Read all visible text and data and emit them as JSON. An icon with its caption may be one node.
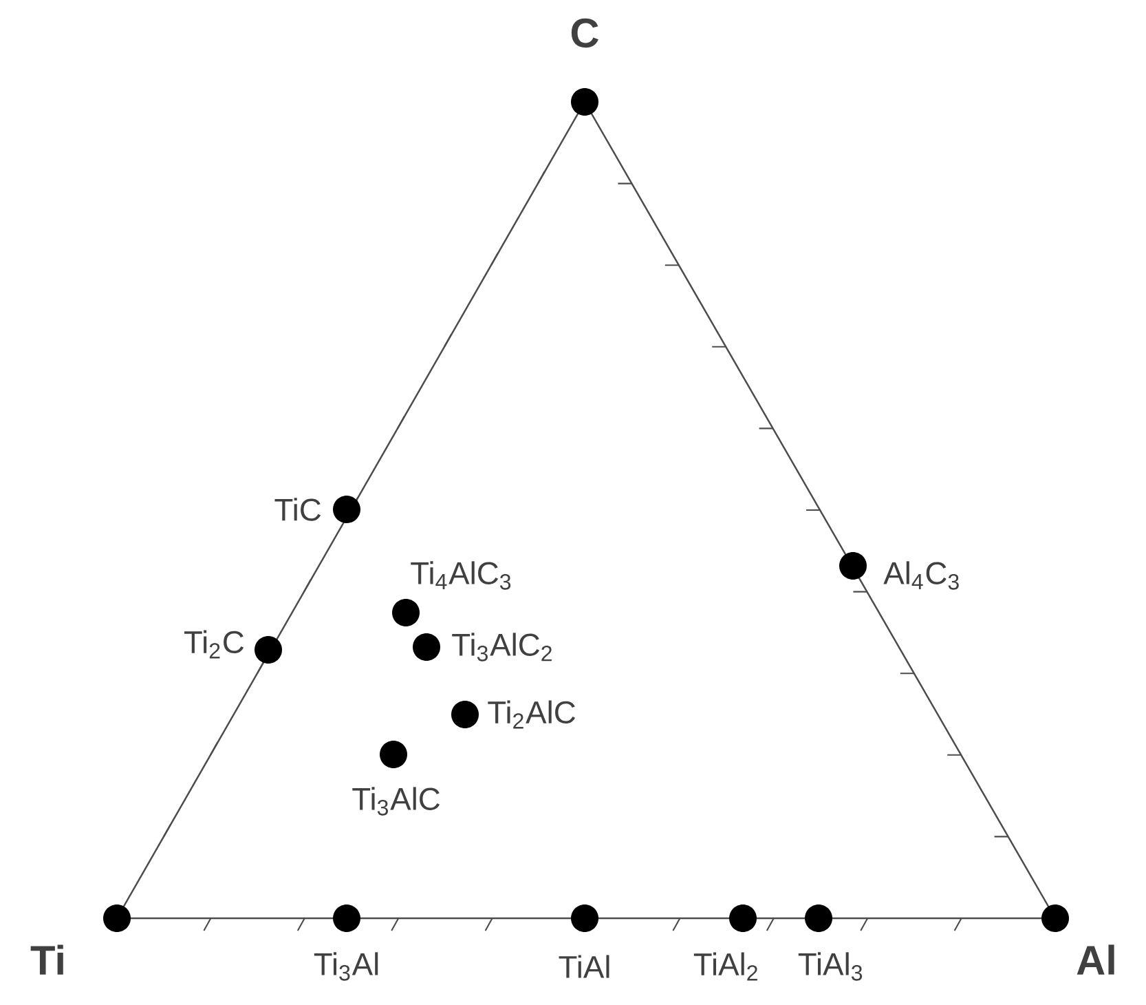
{
  "diagram": {
    "nodes": [
      {
        "text": [],
        "shape": "circle",
        "beside": [
          "C"
        ]
      },
      {
        "text": [],
        "shape": "circle",
        "beside": [
          "TiC"
        ]
      },
      {
        "text": [],
        "shape": "circle",
        "beside": [
          "Al$_{4}$C$_{3}$"
        ]
      },
      {
        "text": [],
        "shape": "circle",
        "beside": [
          "Ti$_{4}$AlC$_{3}$"
        ]
      },
      {
        "text": [],
        "shape": "circle",
        "beside": [
          "Ti$_{2}$C"
        ]
      },
      {
        "text": [],
        "shape": "circle",
        "beside": [
          "Ti$_{3}$AlC$_{2}$"
        ]
      },
      {
        "text": [],
        "shape": "circle",
        "beside": [
          "Ti$_{2}$AlC"
        ]
      },
      {
        "text": [],
        "shape": "circle",
        "beside": [
          "Ti$_{3}$AlC"
        ]
      },
      {
        "text": [],
        "shape": "circle",
        "beside": [
          "Ti"
        ]
      },
      {
        "text": [],
        "shape": "circle",
        "beside": [
          "Ti$_{3}$Al"
        ]
      },
      {
        "text": [],
        "shape": "circle",
        "beside": [
          "TiAl"
        ]
      },
      {
        "text": [],
        "shape": "circle",
        "beside": [
          "TiAl$_{2}$"
        ]
      },
      {
        "text": [],
        "shape": "circle",
        "beside": [
          "TiAl$_{3}$"
        ]
      },
      {
        "text": [],
        "shape": "circle",
        "beside": [
          "Al"
        ]
      }
    ]
  }
}
